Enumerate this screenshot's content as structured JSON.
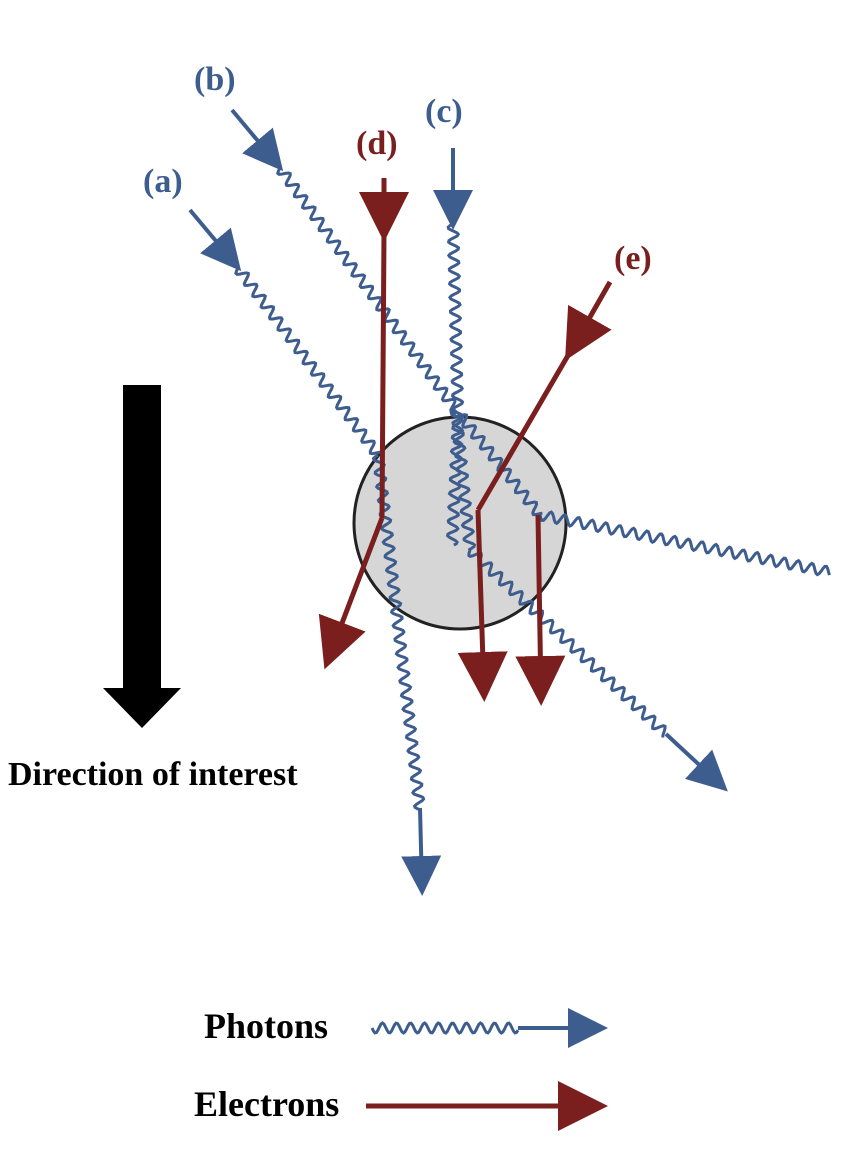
{
  "labels": {
    "a": "(a)",
    "b": "(b)",
    "c": "(c)",
    "d": "(d)",
    "e": "(e)"
  },
  "direction_label": "Direction of interest",
  "legend": {
    "photons": "Photons",
    "electrons": "Electrons"
  },
  "colors": {
    "photon": "#3e5d8f",
    "electron": "#7a1e1e",
    "sphere_fill": "#d6d6d6",
    "sphere_stroke": "#222222",
    "direction_arrow": "#000000"
  }
}
